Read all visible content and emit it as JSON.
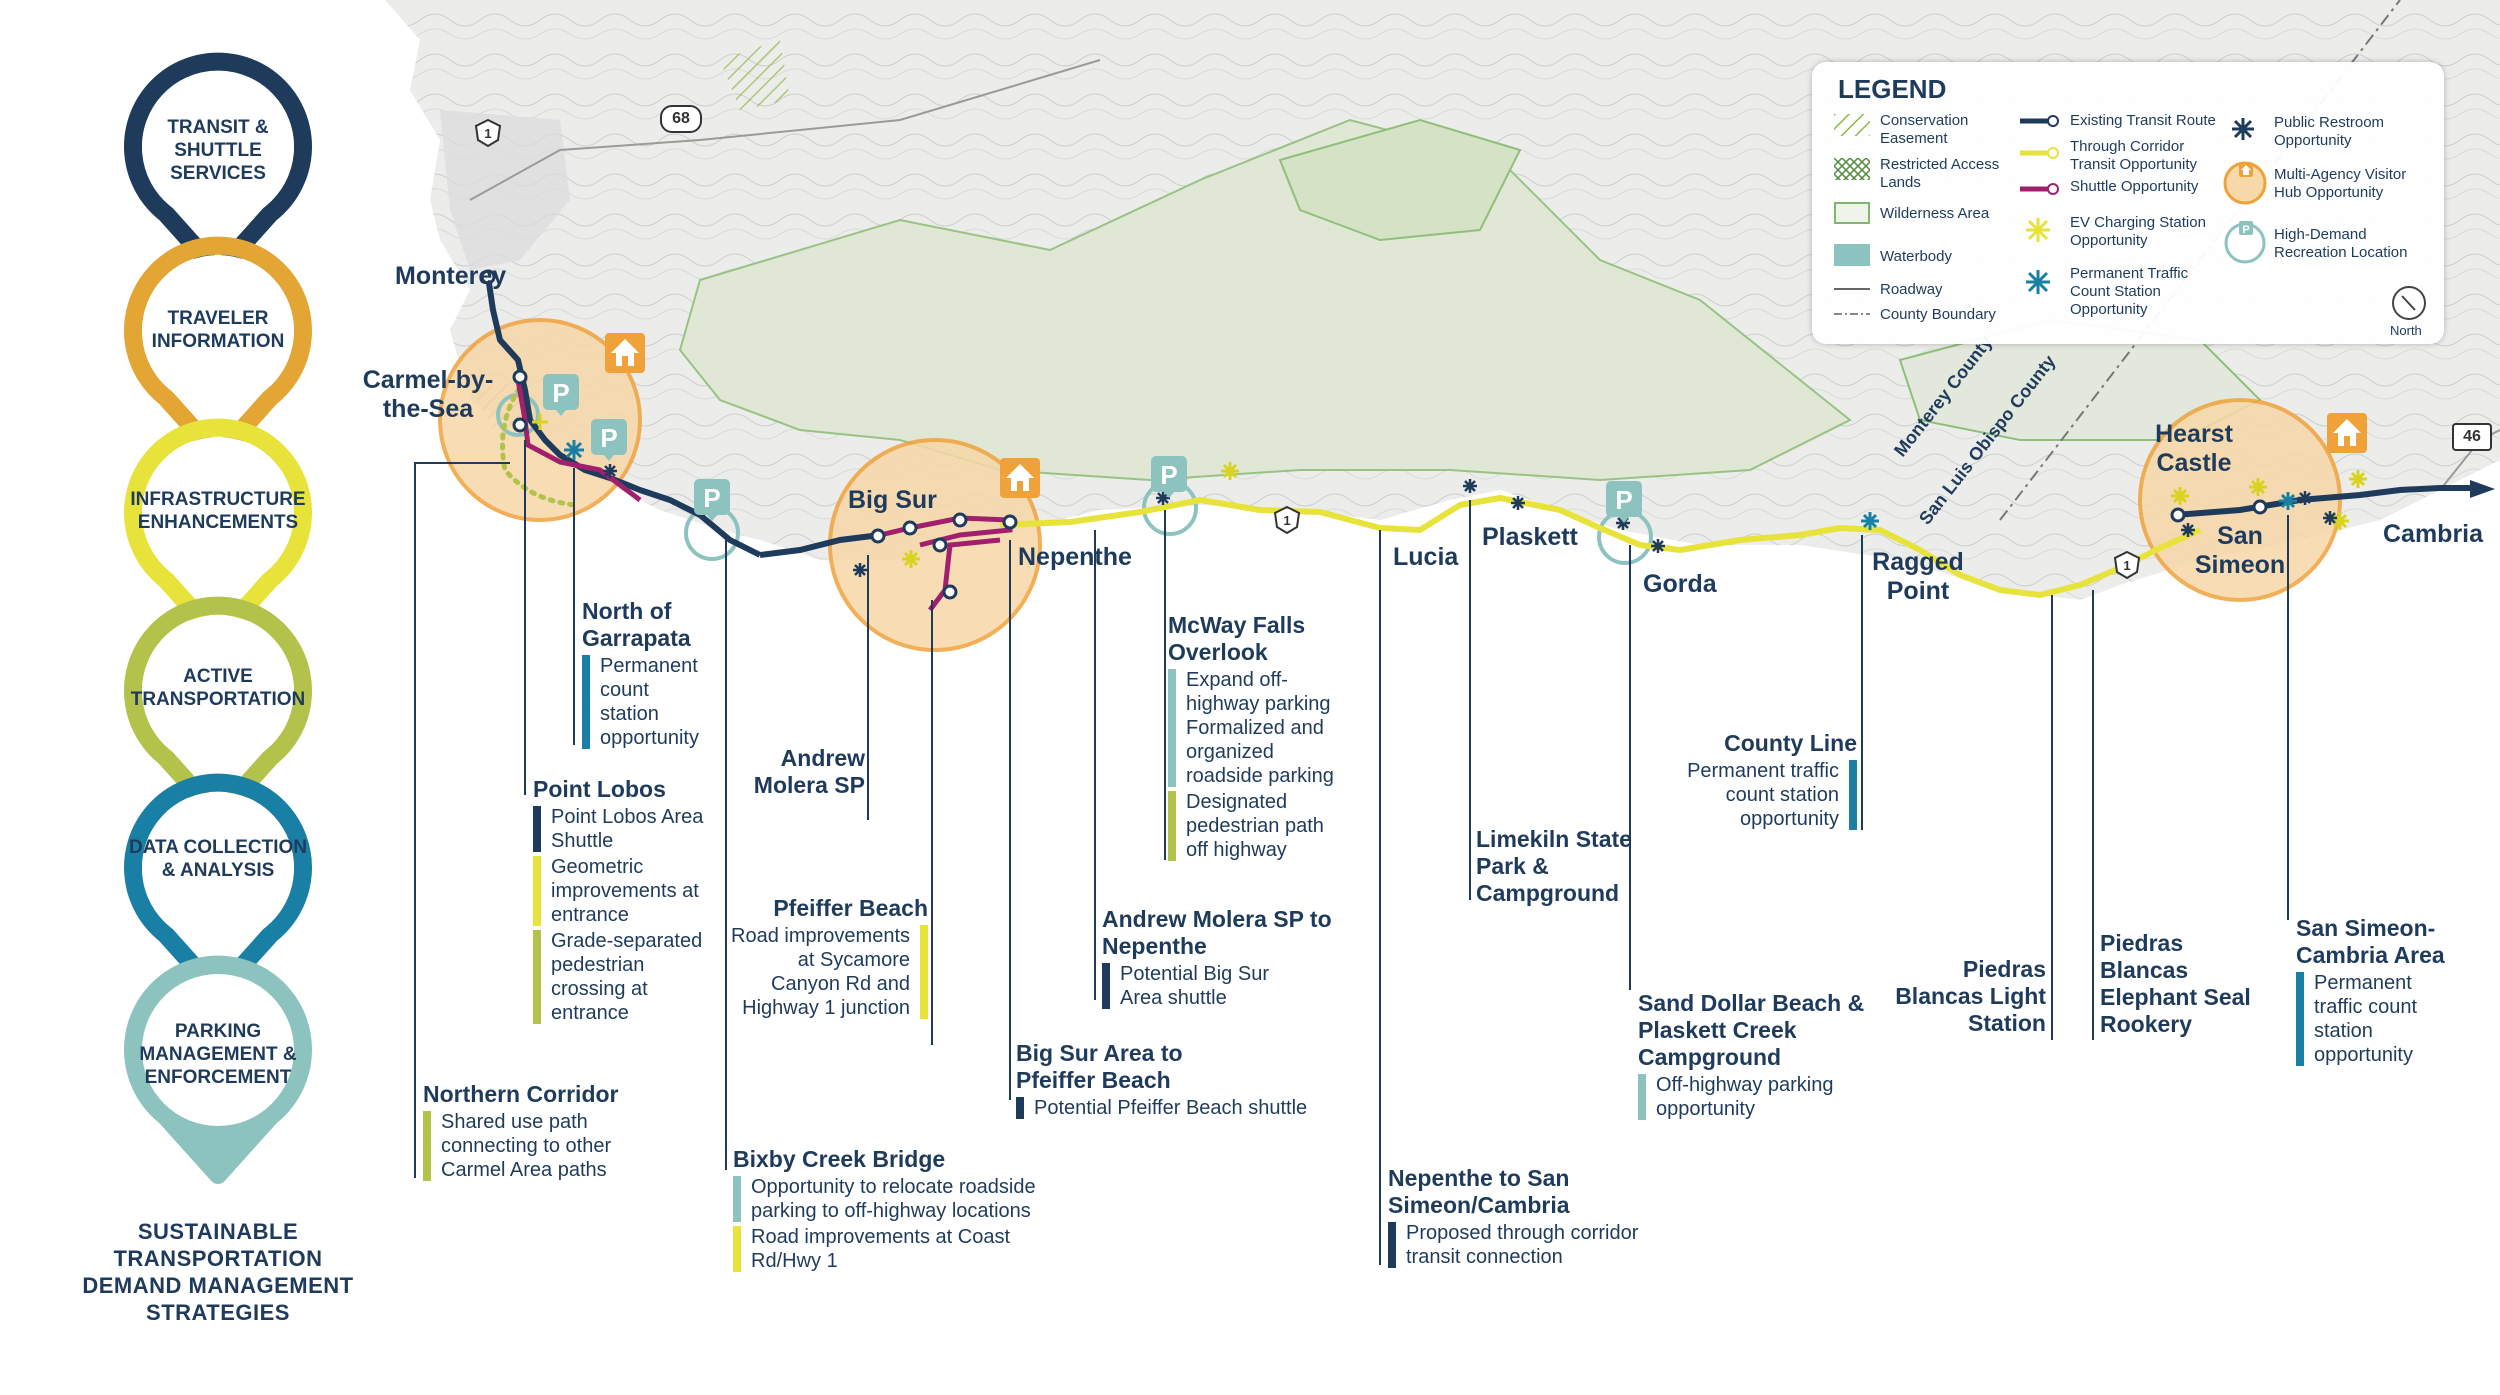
{
  "strategies": [
    {
      "label": "TRANSIT & SHUTTLE SERVICES",
      "color": "#1f3b5c"
    },
    {
      "label": "TRAVELER INFORMATION",
      "color": "#e3a533"
    },
    {
      "label": "INFRASTRUCTURE ENHANCEMENTS",
      "color": "#e8e33a"
    },
    {
      "label": "ACTIVE TRANSPORTATION",
      "color": "#b3c24a"
    },
    {
      "label": "DATA COLLECTION & ANALYSIS",
      "color": "#1a7fa5"
    },
    {
      "label": "PARKING MANAGEMENT & ENFORCEMENT",
      "color": "#8cc3be"
    }
  ],
  "footer_title": "SUSTAINABLE TRANSPORTATION DEMAND MANAGEMENT STRATEGIES",
  "places": {
    "monterey": "Monterey",
    "carmel": "Carmel-by-the-Sea",
    "big_sur": "Big Sur",
    "nepenthe": "Nepenthe",
    "lucia": "Lucia",
    "plaskett": "Plaskett",
    "gorda": "Gorda",
    "ragged_point": "Ragged Point",
    "hearst_castle": "Hearst Castle",
    "san_simeon": "San Simeon",
    "cambria": "Cambria",
    "monterey_county": "Monterey County",
    "slo_county": "San Luis Obispo County"
  },
  "routes": {
    "r1": "1",
    "r68": "68",
    "r46": "46"
  },
  "colors": {
    "transit": "#1f3b5c",
    "corridor": "#e8e33a",
    "shuttle": "#a0206e",
    "ev": "#e8e33a",
    "count": "#1a7fa5",
    "restroom": "#1f3b5c",
    "hub": "#f0a23a",
    "hub_fill": "#f7d8a8",
    "recreation": "#8cc3be",
    "conservation": "#8fb84a",
    "restricted": "#4f8a3a",
    "wilderness": "#7fb86a",
    "waterbody": "#8cc3be",
    "active": "#b3c24a"
  },
  "legend": {
    "title": "LEGEND",
    "items": {
      "conservation": "Conservation Easement",
      "restricted": "Restricted Access Lands",
      "wilderness": "Wilderness Area",
      "waterbody": "Waterbody",
      "roadway": "Roadway",
      "county_boundary": "County Boundary",
      "existing_transit": "Existing Transit Route",
      "through_corridor": "Through Corridor Transit Opportunity",
      "shuttle": "Shuttle Opportunity",
      "ev": "EV Charging Station Opportunity",
      "count_station": "Permanent Traffic Count Station Opportunity",
      "restroom": "Public Restroom Opportunity",
      "hub": "Multi-Agency Visitor Hub Opportunity",
      "high_demand": "High-Demand Recreation Location",
      "north": "North"
    }
  },
  "parking_symbol": "P",
  "callouts": {
    "garrapata": {
      "title": "North of Garrapata",
      "items": [
        "Permanent count station opportunity"
      ]
    },
    "point_lobos": {
      "title": "Point Lobos",
      "items": [
        "Point Lobos Area Shuttle",
        "Geometric improvements at entrance",
        "Grade-separated pedestrian crossing at entrance"
      ]
    },
    "northern_corridor": {
      "title": "Northern Corridor",
      "items": [
        "Shared use path connecting to other Carmel Area paths"
      ]
    },
    "bixby": {
      "title": "Bixby Creek Bridge",
      "items": [
        "Opportunity to relocate roadside parking to off-highway locations",
        "Road improvements at Coast Rd/Hwy 1"
      ]
    },
    "andrew_molera": {
      "title": "Andrew Molera SP"
    },
    "pfeiffer_beach": {
      "title": "Pfeiffer Beach",
      "items": [
        "Road improvements at Sycamore Canyon Rd and Highway 1 junction"
      ]
    },
    "big_sur_pfeiffer": {
      "title": "Big Sur Area to Pfeiffer Beach",
      "items": [
        "Potential Pfeiffer Beach shuttle"
      ]
    },
    "molera_nepenthe": {
      "title": "Andrew Molera SP to Nepenthe",
      "items": [
        "Potential Big Sur Area shuttle"
      ]
    },
    "mcway": {
      "title": "McWay Falls Overlook",
      "items": [
        "Expand off-highway parking Formalized and organized roadside parking",
        "Designated pedestrian path off highway"
      ]
    },
    "nepenthe_sansimeon": {
      "title": "Nepenthe to San Simeon/Cambria",
      "items": [
        "Proposed through corridor transit connection"
      ]
    },
    "limekiln": {
      "title": "Limekiln State Park & Campground"
    },
    "sand_dollar": {
      "title": "Sand Dollar Beach & Plaskett Creek Campground",
      "items": [
        "Off-highway parking opportunity"
      ]
    },
    "county_line": {
      "title": "County Line",
      "items": [
        "Permanent traffic count station opportunity"
      ]
    },
    "piedras_light": {
      "title": "Piedras Blancas Light Station"
    },
    "piedras_seal": {
      "title": "Piedras Blancas Elephant Seal Rookery"
    },
    "san_simeon_cambria": {
      "title": "San Simeon-Cambria Area",
      "items": [
        "Permanent traffic count station opportunity"
      ]
    }
  }
}
